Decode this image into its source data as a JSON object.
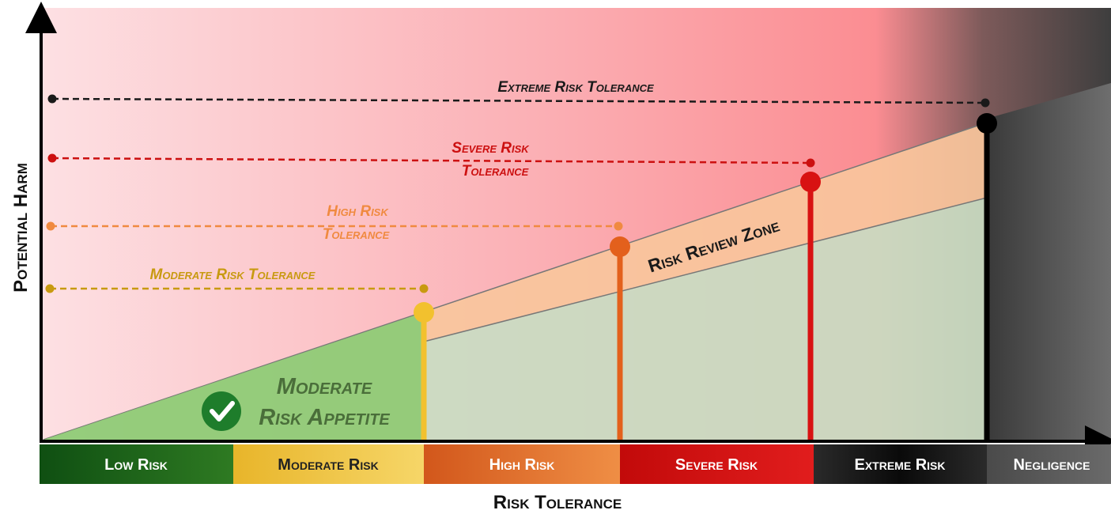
{
  "y_axis_label": "Potential Harm",
  "x_axis_label": "Risk Tolerance",
  "tolerance_lines": [
    {
      "label_lines": [
        "Extreme Risk Tolerance"
      ],
      "color": "#1a1a1a"
    },
    {
      "label_lines": [
        "Severe Risk",
        "Tolerance"
      ],
      "color": "#cc1010"
    },
    {
      "label_lines": [
        "High Risk",
        "Tolerance"
      ],
      "color": "#f08a40"
    },
    {
      "label_lines": [
        "Moderate Risk Tolerance"
      ],
      "color": "#c89a10"
    }
  ],
  "zones": {
    "appetite_lines": [
      "Moderate",
      "Risk Appetite"
    ],
    "review_zone": "Risk Review Zone"
  },
  "bands": [
    {
      "label": "Low Risk",
      "color": "#1f6a1f"
    },
    {
      "label": "Moderate Risk",
      "color": "#f0c43a",
      "text_color": "#222222"
    },
    {
      "label": "High Risk",
      "color": "#e56a20"
    },
    {
      "label": "Severe Risk",
      "color": "#d41111"
    },
    {
      "label": "Extreme Risk",
      "color": "#141414"
    },
    {
      "label": "Negligence",
      "color": "#555555"
    }
  ],
  "icons": {
    "check": "check-circle-icon"
  }
}
